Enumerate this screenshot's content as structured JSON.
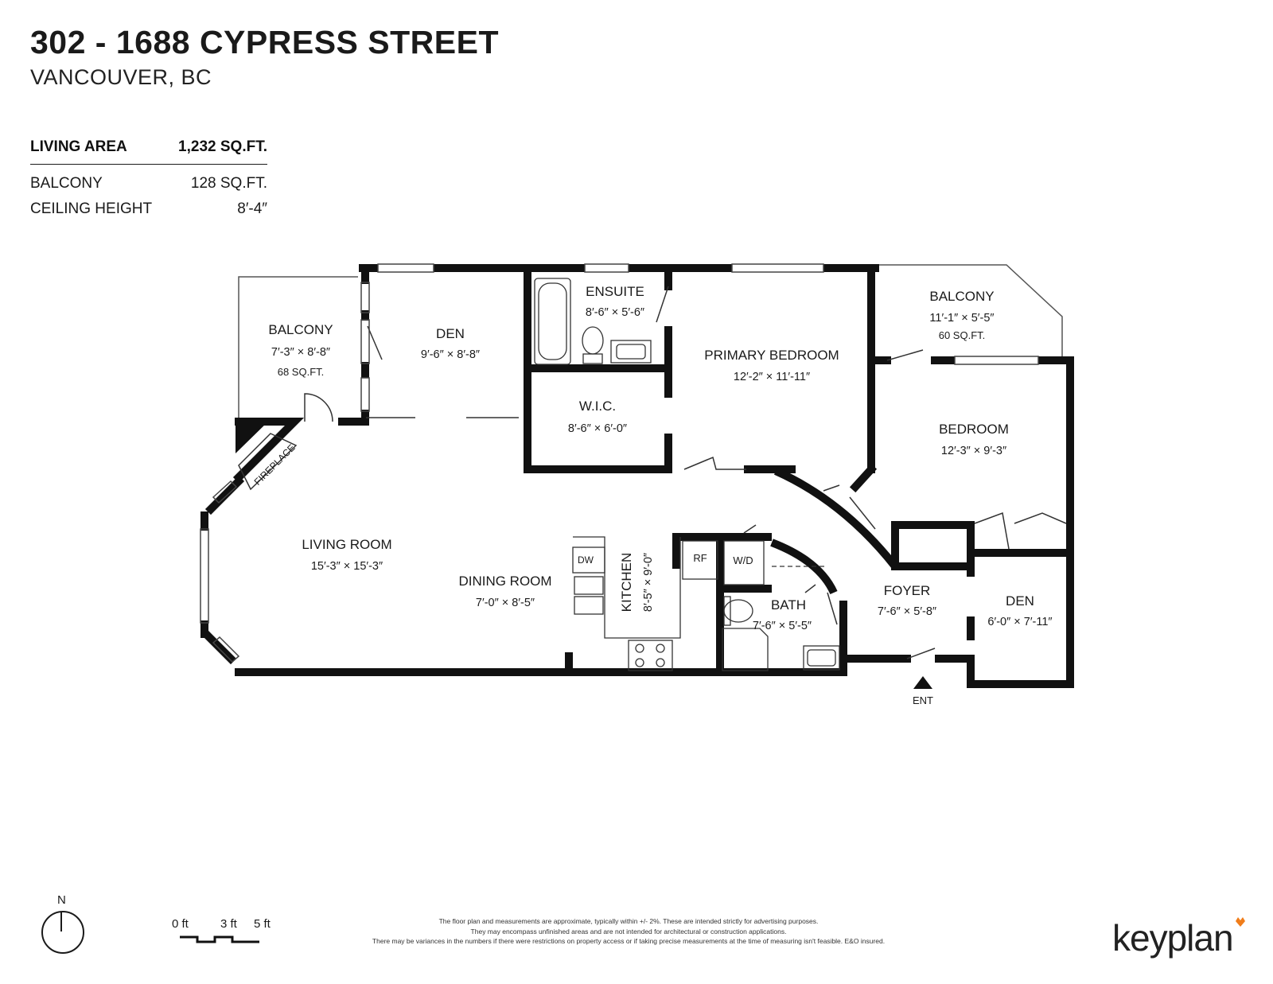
{
  "header": {
    "address": "302 - 1688 CYPRESS STREET",
    "city": "VANCOUVER, BC"
  },
  "stats": {
    "living_area": {
      "label": "LIVING AREA",
      "value": "1,232 SQ.FT."
    },
    "balcony": {
      "label": "BALCONY",
      "value": "128 SQ.FT."
    },
    "ceiling": {
      "label": "CEILING HEIGHT",
      "value": "8′-4″"
    }
  },
  "rooms": {
    "balcony_west": {
      "name": "BALCONY",
      "dims": "7′-3″  ×  8′-8″",
      "area": "68 SQ.FT."
    },
    "den_north": {
      "name": "DEN",
      "dims": "9′-6″  ×  8′-8″"
    },
    "ensuite": {
      "name": "ENSUITE",
      "dims": "8′-6″ × 5′-6″"
    },
    "wic": {
      "name": "W.I.C.",
      "dims": "8′-6″  ×  6′-0″"
    },
    "primary_bedroom": {
      "name": "PRIMARY BEDROOM",
      "dims": "12′-2″  ×  11′-11″"
    },
    "balcony_east": {
      "name": "BALCONY",
      "dims": "11′-1″  ×  5′-5″",
      "area": "60 SQ.FT."
    },
    "bedroom": {
      "name": "BEDROOM",
      "dims": "12′-3″  ×  9′-3″"
    },
    "living_room": {
      "name": "LIVING ROOM",
      "dims": "15′-3″  ×  15′-3″"
    },
    "dining_room": {
      "name": "DINING ROOM",
      "dims": "7′-0″  ×  8′-5″"
    },
    "kitchen": {
      "name": "KITCHEN",
      "dims": "8′-5″  ×  9′-0″"
    },
    "bath": {
      "name": "BATH",
      "dims": "7′-6″ × 5′-5″"
    },
    "foyer": {
      "name": "FOYER",
      "dims": "7′-6″  ×  5′-8″"
    },
    "den_east": {
      "name": "DEN",
      "dims": "6′-0″ × 7′-11″"
    }
  },
  "fixtures": {
    "fireplace": "FIREPLACE",
    "dishwasher": "DW",
    "fridge": "RF",
    "washer_dryer": "W/D",
    "entry": "ENT"
  },
  "compass": {
    "label": "N"
  },
  "scale": {
    "labels": [
      "0 ft",
      "3 ft",
      "5 ft"
    ]
  },
  "disclaimer": {
    "line1": "The floor plan and measurements are approximate, typically within +/- 2%. These are intended strictly for advertising purposes.",
    "line2": "They may encompass unfinished areas and are not intended for architectural or construction applications.",
    "line3": "There may be variances in the numbers if there were restrictions on property access or if taking precise measurements at the time of measuring isn't feasible. E&O insured."
  },
  "brand": {
    "name": "keyplan",
    "accent_color": "#f07d1a"
  }
}
